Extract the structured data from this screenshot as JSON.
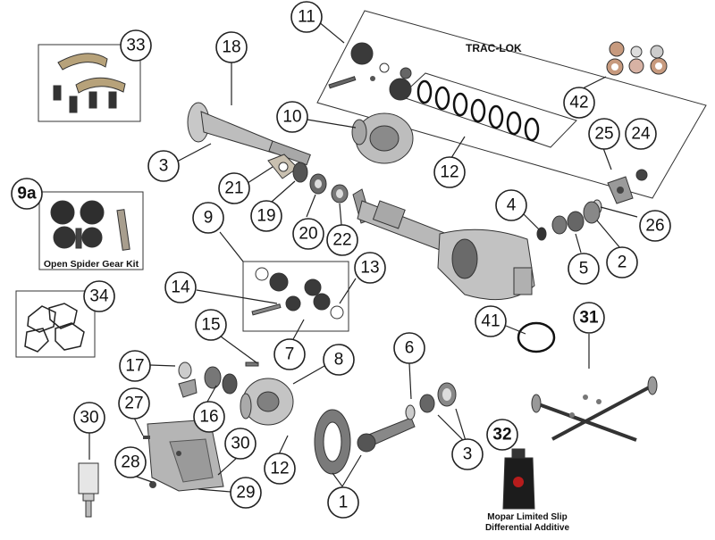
{
  "callouts": [
    {
      "id": "c11",
      "text": "11"
    },
    {
      "id": "c18",
      "text": "18"
    },
    {
      "id": "c33",
      "text": "33"
    },
    {
      "id": "c10",
      "text": "10"
    },
    {
      "id": "c3a",
      "text": "3"
    },
    {
      "id": "c42",
      "text": "42"
    },
    {
      "id": "c25",
      "text": "25"
    },
    {
      "id": "c24",
      "text": "24"
    },
    {
      "id": "c12a",
      "text": "12"
    },
    {
      "id": "c21",
      "text": "21"
    },
    {
      "id": "c9a",
      "text": "9a"
    },
    {
      "id": "c19",
      "text": "19"
    },
    {
      "id": "c20",
      "text": "20"
    },
    {
      "id": "c22",
      "text": "22"
    },
    {
      "id": "c4",
      "text": "4"
    },
    {
      "id": "c26",
      "text": "26"
    },
    {
      "id": "c9",
      "text": "9"
    },
    {
      "id": "c5",
      "text": "5"
    },
    {
      "id": "c2",
      "text": "2"
    },
    {
      "id": "c13",
      "text": "13"
    },
    {
      "id": "c14",
      "text": "14"
    },
    {
      "id": "c34",
      "text": "34"
    },
    {
      "id": "c41",
      "text": "41"
    },
    {
      "id": "c31",
      "text": "31"
    },
    {
      "id": "c15",
      "text": "15"
    },
    {
      "id": "c7",
      "text": "7"
    },
    {
      "id": "c8",
      "text": "8"
    },
    {
      "id": "c6",
      "text": "6"
    },
    {
      "id": "c17",
      "text": "17"
    },
    {
      "id": "c27",
      "text": "27"
    },
    {
      "id": "c16",
      "text": "16"
    },
    {
      "id": "c30a",
      "text": "30"
    },
    {
      "id": "c30b",
      "text": "30"
    },
    {
      "id": "c32",
      "text": "32"
    },
    {
      "id": "c3b",
      "text": "3"
    },
    {
      "id": "c12b",
      "text": "12"
    },
    {
      "id": "c28",
      "text": "28"
    },
    {
      "id": "c29",
      "text": "29"
    },
    {
      "id": "c1",
      "text": "1"
    }
  ],
  "labels": {
    "trac_lok": "TRAC-LOK",
    "open_spider_kit": "Open Spider Gear Kit",
    "mopar_line1": "Mopar Limited Slip",
    "mopar_line2": "Differential Additive"
  }
}
